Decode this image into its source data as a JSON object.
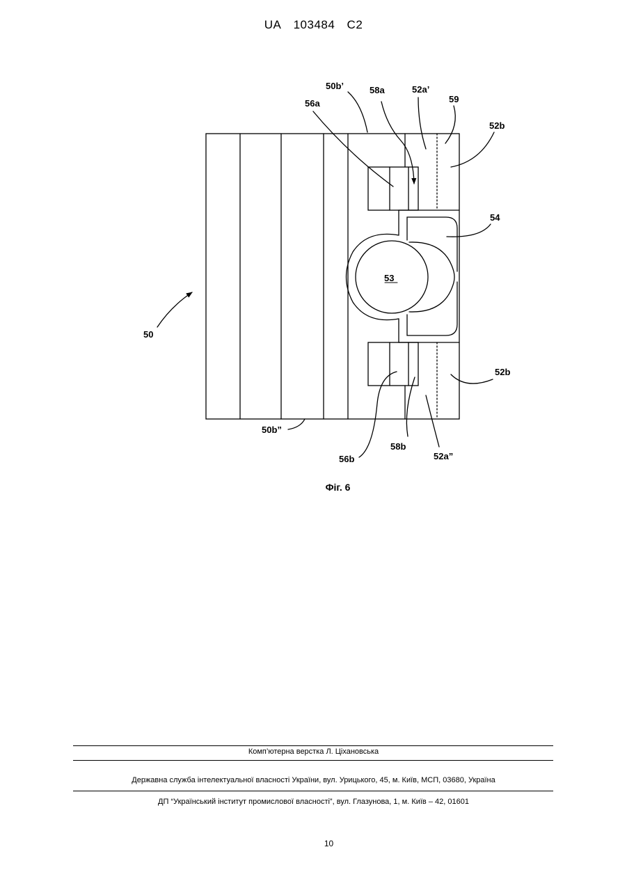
{
  "header": {
    "country": "UA",
    "number": "103484",
    "kind": "C2"
  },
  "figure": {
    "caption": "Фіг. 6",
    "labels": {
      "l50": "50",
      "l50b1": "50b’",
      "l50b2": "50b”",
      "l52a1": "52a’",
      "l52a2": "52a”",
      "l52b_top": "52b",
      "l52b_bottom": "52b",
      "l53": "53",
      "l54": "54",
      "l56a": "56a",
      "l56b": "56b",
      "l58a": "58a",
      "l58b": "58b",
      "l59": "59"
    }
  },
  "footer": {
    "layout": "Комп’ютерна верстка Л. Ціхановська",
    "service": "Державна служба інтелектуальної власності України, вул. Урицького, 45, м. Київ, МСП, 03680, Україна",
    "institute": "ДП “Український інститут промислової власності”, вул. Глазунова, 1, м. Київ – 42, 01601"
  },
  "page": {
    "number": "10"
  }
}
